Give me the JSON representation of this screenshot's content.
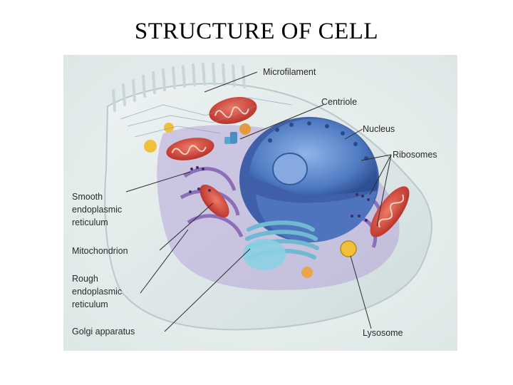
{
  "title": "STRUCTURE OF CELL",
  "figure": {
    "labels": {
      "microfilament": "Microfilament",
      "centriole": "Centriole",
      "nucleus": "Nucleus",
      "ribosomes": "Ribosomes",
      "smooth_er_1": "Smooth",
      "smooth_er_2": "endoplasmic",
      "smooth_er_3": "reticulum",
      "mitochondrion": "Mitochondrion",
      "rough_er_1": "Rough",
      "rough_er_2": "endoplasmic",
      "rough_er_3": "reticulum",
      "golgi": "Golgi apparatus",
      "lysosome": "Lysosome"
    },
    "colors": {
      "background": "#e9f0ef",
      "cell_body": "#dfe7e6",
      "nucleus": "#5b86c8",
      "nucleus_dark": "#33599e",
      "mitochondria": "#d84a3c",
      "er": "#9c7fc4",
      "golgi": "#7fc7dd",
      "lysosome": "#e9b62a"
    }
  }
}
